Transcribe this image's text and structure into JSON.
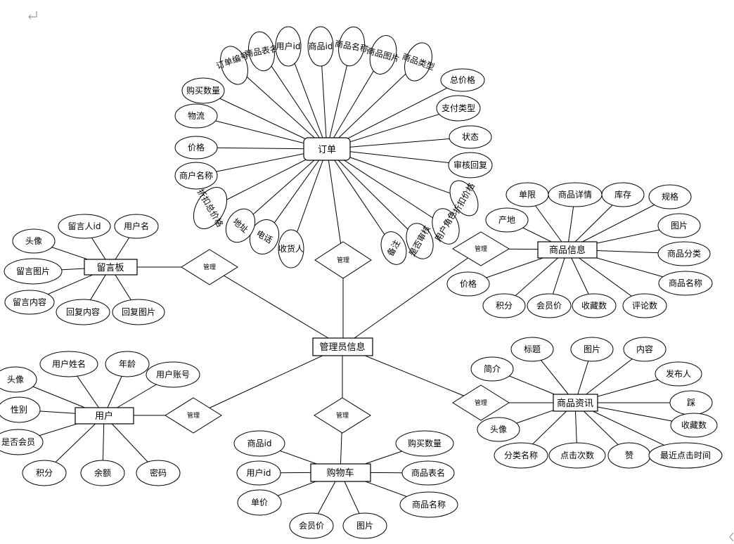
{
  "entities": {
    "order": "订单",
    "admin": "管理员信息",
    "board": "留言板",
    "goods_info": "商品信息",
    "user": "用户",
    "cart": "购物车",
    "news": "商品资讯"
  },
  "relationships": {
    "order_admin": "管理",
    "board_admin": "管理",
    "goods_admin": "管理",
    "user_admin": "管理",
    "cart_admin": "管理",
    "news_admin": "管理"
  },
  "attributes": {
    "order": [
      "订单编号",
      "商品表名",
      "用户id",
      "商品id",
      "商品名称",
      "商品图片",
      "商品类型",
      "总价格",
      "支付类型",
      "状态",
      "审核回复",
      "折扣价格",
      "用户角色",
      "是否审核",
      "备注",
      "收货人",
      "电话",
      "地址",
      "折扣总价格",
      "商户名称",
      "价格",
      "物流",
      "购买数量"
    ],
    "board": [
      "头像",
      "留言人id",
      "用户名",
      "留言图片",
      "留言内容",
      "回复内容",
      "回复图片"
    ],
    "goods_info": [
      "单限",
      "商品详情",
      "库存",
      "规格",
      "产地",
      "图片",
      "商品分类",
      "商品名称",
      "价格",
      "积分",
      "会员价",
      "收藏数",
      "评论数"
    ],
    "user": [
      "头像",
      "用户姓名",
      "年龄",
      "用户账号",
      "性别",
      "是否会员",
      "积分",
      "余额",
      "密码"
    ],
    "cart": [
      "商品id",
      "购买数量",
      "用户id",
      "商品表名",
      "单价",
      "商品名称",
      "会员价",
      "图片"
    ],
    "news": [
      "标题",
      "图片",
      "内容",
      "简介",
      "发布人",
      "头像",
      "踩",
      "收藏数",
      "分类名称",
      "点击次数",
      "赞",
      "最近点击时间"
    ]
  }
}
